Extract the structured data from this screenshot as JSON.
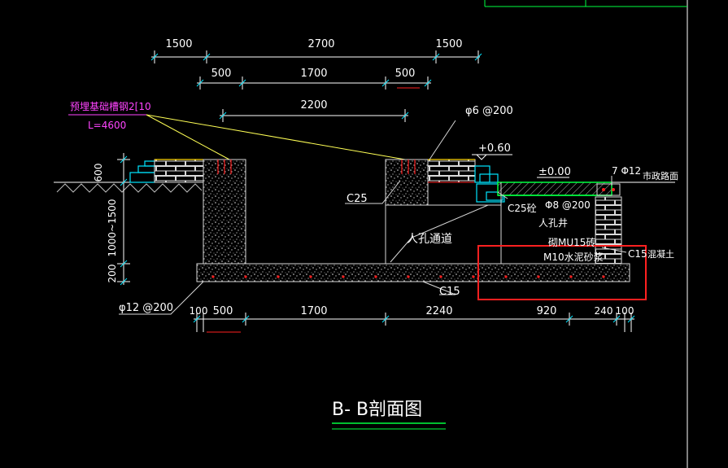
{
  "drawing": {
    "title": "B- B剖面图",
    "colors": {
      "background": "#000000",
      "dimension": "#ffffff",
      "dim_tick": "#00e5ff",
      "concrete": "#d8d8d8",
      "annotation_magenta": "#ff44ff",
      "leader_yellow": "#ffff55",
      "highlight_red": "#ff2020",
      "green": "#00ff40",
      "gold": "#ffd700"
    },
    "dims_top_row1": [
      "1500",
      "2700",
      "1500"
    ],
    "dims_top_row2": [
      "500",
      "1700",
      "500"
    ],
    "dims_top_row3": [
      "2200"
    ],
    "dims_bottom": [
      "100",
      "500",
      "1700",
      "2240",
      "920",
      "240",
      "100"
    ],
    "dims_vertical": [
      "600",
      "1000~1500",
      "200"
    ],
    "labels": {
      "magenta_note_1": "预埋基础槽钢2[10",
      "magenta_note_2": "L=4600",
      "rebar_top": "φ6 @200",
      "level_plus": "+0.60",
      "level_zero": "±0.00",
      "rebar_7": "7 Φ12",
      "city_road": "市政路面",
      "c25_left": "C25",
      "c25_right": "C25砼",
      "rebar_phi8": "Φ8 @200",
      "manhole_well": "人孔井",
      "passage": "人孔通道",
      "brick": "砌MU15砖",
      "mortar": "M10水泥砂浆",
      "c15_right": "C15",
      "concrete_word": "混凝土",
      "c15_bottom": "C15",
      "rebar_bottom": "φ12 @200"
    }
  }
}
